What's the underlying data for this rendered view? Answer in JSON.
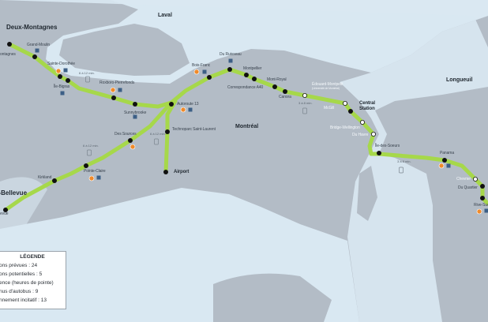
{
  "map": {
    "regions": [
      "Laval",
      "Montréal",
      "Longueuil",
      "Deux-Montagnes",
      "e-Bellevue"
    ],
    "colors": {
      "land": "#b3bcc6",
      "water": "#d9e8f2",
      "line": "#a6d84a",
      "station": "#111111",
      "bus": "#f08a2a",
      "parking": "#3c5f86"
    },
    "stations": [
      {
        "name": "ontagnes"
      },
      {
        "name": "Grand-Moulin"
      },
      {
        "name": "Sainte-Dorothée"
      },
      {
        "name": "Île-Bigras"
      },
      {
        "name": "Roxboro-Pierrefonds"
      },
      {
        "name": "Sunnybrooke"
      },
      {
        "name": "Bois-Franc"
      },
      {
        "name": "Du Ruisseau"
      },
      {
        "name": "Montpellier"
      },
      {
        "name": "Correspondance A40"
      },
      {
        "name": "Mont-Royal"
      },
      {
        "name": "Canora"
      },
      {
        "name": "Édouard-Montpetit"
      },
      {
        "name": "(Université de Montréal)"
      },
      {
        "name": "McGill"
      },
      {
        "name": "Central Station"
      },
      {
        "name": "Bridge-Wellington"
      },
      {
        "name": "Du Havre"
      },
      {
        "name": "Île-des-Soeurs"
      },
      {
        "name": "Panama"
      },
      {
        "name": "Chevrier"
      },
      {
        "name": "Du Quartier"
      },
      {
        "name": "Rive-Sud"
      },
      {
        "name": "Autoroute 13"
      },
      {
        "name": "Technoparc Saint-Laurent"
      },
      {
        "name": "Airport"
      },
      {
        "name": "Des Sources"
      },
      {
        "name": "Pointe-Claire"
      },
      {
        "name": "Kirkland"
      },
      {
        "name": "evue"
      }
    ],
    "frequencies": [
      "6 à 12 min.",
      "3 à 8 min.",
      "3 à 8 min.",
      "6 à 12 min.",
      "6 à 12 min."
    ]
  },
  "legend": {
    "title": "LÉGENDE",
    "items": [
      "ons prévues : 24",
      "ons potentielles : 5",
      "ence (heures de pointe)",
      "nus d'autobus : 9",
      "nnement incitatif : 13"
    ]
  }
}
